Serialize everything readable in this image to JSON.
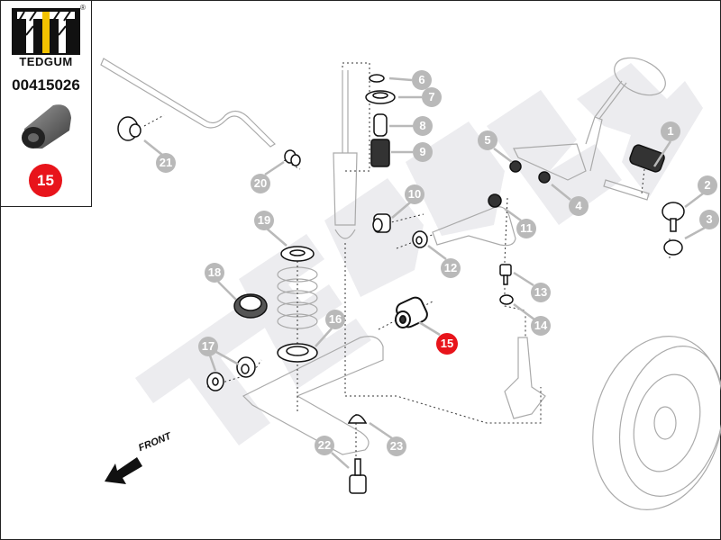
{
  "brand": {
    "name": "TEDGUM",
    "registered_mark": "®",
    "logo_icon": "tedgum-logo",
    "accent_color": "#f2c200"
  },
  "product": {
    "part_number": "00415026",
    "image_icon": "bushing-thumbnail",
    "position_number": "15",
    "highlight_color": "#e8141b"
  },
  "diagram": {
    "watermark": "TEDGUM",
    "direction_label": "FRONT",
    "callouts": [
      {
        "number": "1",
        "part": "steering-boot"
      },
      {
        "number": "2",
        "part": "tie-rod-end"
      },
      {
        "number": "3",
        "part": "dust-cap"
      },
      {
        "number": "4",
        "part": "bushing"
      },
      {
        "number": "5",
        "part": "bushing"
      },
      {
        "number": "6",
        "part": "top-mount-bearing"
      },
      {
        "number": "7",
        "part": "strut-top-mount"
      },
      {
        "number": "8",
        "part": "bump-stop"
      },
      {
        "number": "9",
        "part": "dust-boot"
      },
      {
        "number": "10",
        "part": "bushing"
      },
      {
        "number": "11",
        "part": "bushing"
      },
      {
        "number": "12",
        "part": "bushing"
      },
      {
        "number": "13",
        "part": "ball-joint"
      },
      {
        "number": "14",
        "part": "ball-joint-boot"
      },
      {
        "number": "15",
        "part": "control-arm-bushing",
        "highlighted": true
      },
      {
        "number": "16",
        "part": "spring-seat"
      },
      {
        "number": "17",
        "part": "bushing"
      },
      {
        "number": "18",
        "part": "bearing"
      },
      {
        "number": "19",
        "part": "spring-seat"
      },
      {
        "number": "20",
        "part": "stabilizer-bushing"
      },
      {
        "number": "21",
        "part": "stabilizer-bushing"
      },
      {
        "number": "22",
        "part": "ball-joint"
      },
      {
        "number": "23",
        "part": "ball-joint-boot"
      }
    ],
    "callout_color": "#b9b9b9"
  }
}
